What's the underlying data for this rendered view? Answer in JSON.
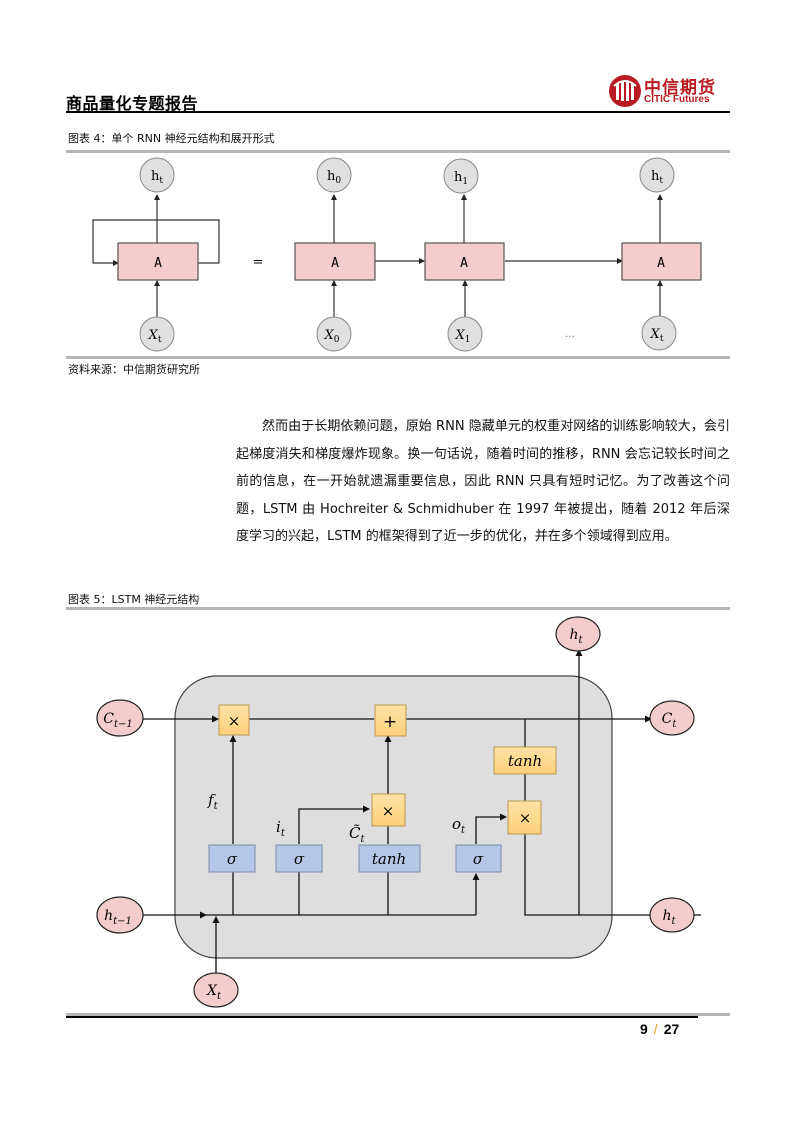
{
  "header": {
    "report_title": "商品量化专题报告",
    "logo": {
      "cn_name": "中信期货",
      "en_name": "CITIC Futures",
      "brand_color": "#b81c22"
    }
  },
  "figure4": {
    "caption": "图表 4：单个 RNN 神经元结构和展开形式",
    "source": "资料来源：中信期货研究所",
    "equals": "=",
    "ellipsis": "…",
    "cell_label": "A",
    "folded": {
      "output": "h",
      "output_sub": "t",
      "input": "X",
      "input_sub": "t"
    },
    "unrolled": [
      {
        "output": "h",
        "output_sub": "0",
        "input": "X",
        "input_sub": "0"
      },
      {
        "output": "h",
        "output_sub": "1",
        "input": "X",
        "input_sub": "1"
      },
      {
        "output": "h",
        "output_sub": "t",
        "input": "X",
        "input_sub": "t"
      }
    ],
    "colors": {
      "cell_fill": "#f4cccc",
      "node_fill": "#e0e0e0"
    }
  },
  "body_text": {
    "paragraph": "然而由于长期依赖问题，原始 RNN 隐藏单元的权重对网络的训练影响较大，会引起梯度消失和梯度爆炸现象。换一句话说，随着时间的推移，RNN 会忘记较长时间之前的信息，在一开始就遗漏重要信息，因此 RNN 只具有短时记忆。为了改善这个问题，LSTM 由 Hochreiter & Schmidhuber 在 1997 年被提出，随着 2012 年后深度学习的兴起，LSTM 的框架得到了近一步的优化，并在多个领域得到应用。"
  },
  "figure5": {
    "caption": "图表 5：LSTM 神经元结构",
    "nodes": {
      "c_prev": {
        "base": "C",
        "sub": "t−1"
      },
      "h_prev": {
        "base": "h",
        "sub": "t−1"
      },
      "x_t": {
        "base": "X",
        "sub": "t"
      },
      "c_t": {
        "base": "C",
        "sub": "t"
      },
      "h_t_top": {
        "base": "h",
        "sub": "t"
      },
      "h_t_right": {
        "base": "h",
        "sub": "t"
      }
    },
    "ops": {
      "multiply": "×",
      "add": "+",
      "tanh": "tanh"
    },
    "gates": [
      {
        "symbol": "σ",
        "label": "f",
        "label_sub": "t"
      },
      {
        "symbol": "σ",
        "label": "i",
        "label_sub": "t"
      },
      {
        "symbol": "tanh",
        "label": "C̃",
        "label_sub": "t"
      },
      {
        "symbol": "σ",
        "label": "o",
        "label_sub": "t"
      }
    ],
    "colors": {
      "cell_bg": "#dedede",
      "op_fill": "#ffd98a",
      "gate_fill": "#b4c7e7",
      "node_fill": "#f4cccc"
    }
  },
  "footer": {
    "page_current": "9",
    "page_separator": "/",
    "page_total": "27"
  }
}
